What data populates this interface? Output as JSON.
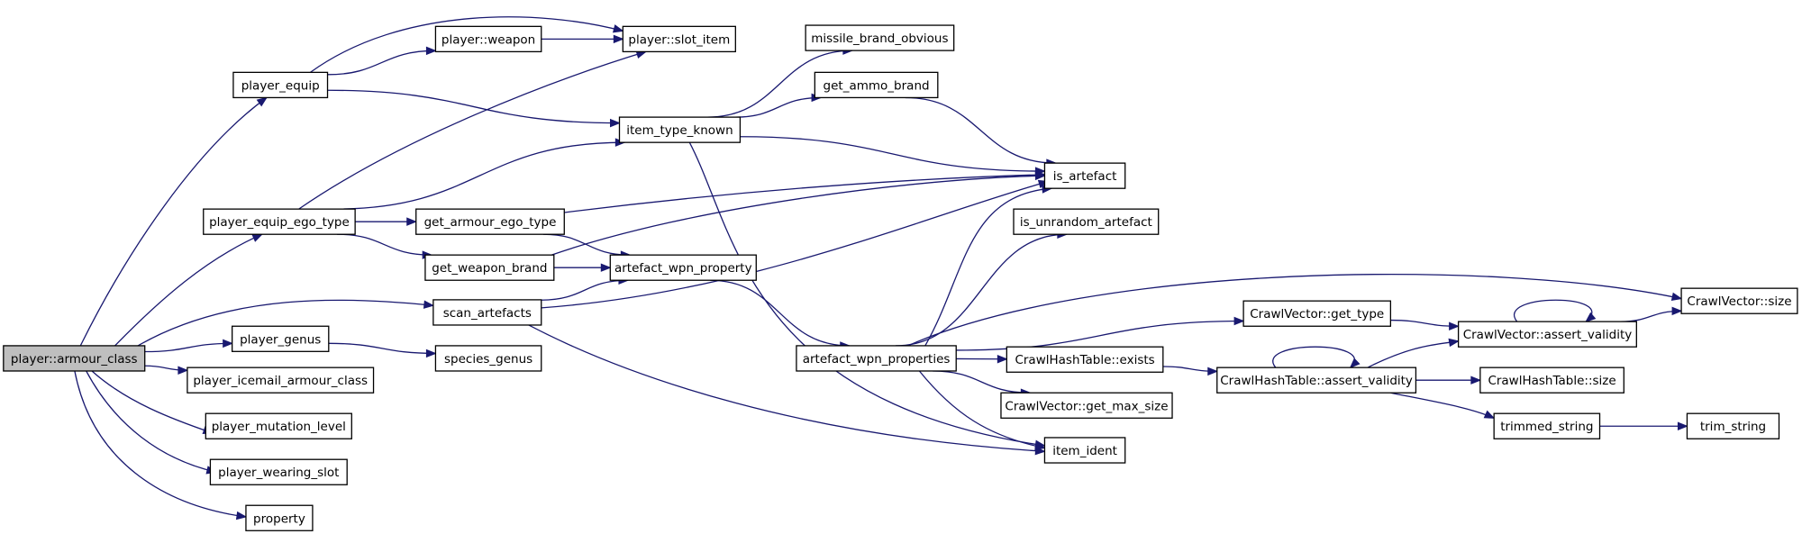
{
  "graph": {
    "nodes": {
      "root": "player::armour_class",
      "player_equip": "player_equip",
      "player_weapon": "player::weapon",
      "player_slot_item": "player::slot_item",
      "missile_brand_obvious": "missile_brand_obvious",
      "get_ammo_brand": "get_ammo_brand",
      "item_type_known": "item_type_known",
      "is_artefact": "is_artefact",
      "player_equip_ego_type": "player_equip_ego_type",
      "get_armour_ego_type": "get_armour_ego_type",
      "is_unrandom_artefact": "is_unrandom_artefact",
      "get_weapon_brand": "get_weapon_brand",
      "artefact_wpn_property": "artefact_wpn_property",
      "scan_artefacts": "scan_artefacts",
      "player_genus": "player_genus",
      "species_genus": "species_genus",
      "player_icemail_armour_class": "player_icemail_armour_class",
      "player_mutation_level": "player_mutation_level",
      "player_wearing_slot": "player_wearing_slot",
      "property": "property",
      "artefact_wpn_properties": "artefact_wpn_properties",
      "crawlvector_get_type": "CrawlVector::get_type",
      "crawlvector_size": "CrawlVector::size",
      "crawlvector_assert_validity": "CrawlVector::assert_validity",
      "crawlhashtable_exists": "CrawlHashTable::exists",
      "crawlhashtable_assert_validity": "CrawlHashTable::assert_validity",
      "crawlhashtable_size": "CrawlHashTable::size",
      "crawlvector_get_max_size": "CrawlVector::get_max_size",
      "trimmed_string": "trimmed_string",
      "trim_string": "trim_string",
      "item_ident": "item_ident"
    },
    "edges": [
      [
        "root",
        "player_equip"
      ],
      [
        "root",
        "player_equip_ego_type"
      ],
      [
        "root",
        "scan_artefacts"
      ],
      [
        "root",
        "player_genus"
      ],
      [
        "root",
        "player_icemail_armour_class"
      ],
      [
        "root",
        "player_mutation_level"
      ],
      [
        "root",
        "player_wearing_slot"
      ],
      [
        "root",
        "property"
      ],
      [
        "player_equip",
        "player_weapon"
      ],
      [
        "player_equip",
        "player_slot_item"
      ],
      [
        "player_equip",
        "item_type_known"
      ],
      [
        "player_weapon",
        "player_slot_item"
      ],
      [
        "player_equip_ego_type",
        "player_slot_item"
      ],
      [
        "player_equip_ego_type",
        "item_type_known"
      ],
      [
        "player_equip_ego_type",
        "get_armour_ego_type"
      ],
      [
        "player_equip_ego_type",
        "get_weapon_brand"
      ],
      [
        "item_type_known",
        "missile_brand_obvious"
      ],
      [
        "item_type_known",
        "get_ammo_brand"
      ],
      [
        "item_type_known",
        "is_artefact"
      ],
      [
        "item_type_known",
        "item_ident"
      ],
      [
        "get_ammo_brand",
        "is_artefact"
      ],
      [
        "get_armour_ego_type",
        "is_artefact"
      ],
      [
        "get_armour_ego_type",
        "artefact_wpn_property"
      ],
      [
        "get_weapon_brand",
        "is_artefact"
      ],
      [
        "get_weapon_brand",
        "artefact_wpn_property"
      ],
      [
        "scan_artefacts",
        "artefact_wpn_property"
      ],
      [
        "scan_artefacts",
        "is_artefact"
      ],
      [
        "scan_artefacts",
        "item_ident"
      ],
      [
        "artefact_wpn_property",
        "artefact_wpn_properties"
      ],
      [
        "player_genus",
        "species_genus"
      ],
      [
        "artefact_wpn_properties",
        "is_artefact"
      ],
      [
        "artefact_wpn_properties",
        "is_unrandom_artefact"
      ],
      [
        "artefact_wpn_properties",
        "crawlvector_get_type"
      ],
      [
        "artefact_wpn_properties",
        "crawlvector_size"
      ],
      [
        "artefact_wpn_properties",
        "crawlhashtable_exists"
      ],
      [
        "artefact_wpn_properties",
        "crawlvector_get_max_size"
      ],
      [
        "artefact_wpn_properties",
        "item_ident"
      ],
      [
        "crawlvector_get_type",
        "crawlvector_assert_validity"
      ],
      [
        "crawlvector_assert_validity",
        "crawlvector_size"
      ],
      [
        "crawlvector_assert_validity",
        "crawlvector_assert_validity"
      ],
      [
        "crawlhashtable_exists",
        "crawlhashtable_assert_validity"
      ],
      [
        "crawlhashtable_assert_validity",
        "crawlvector_assert_validity"
      ],
      [
        "crawlhashtable_assert_validity",
        "crawlhashtable_size"
      ],
      [
        "crawlhashtable_assert_validity",
        "trimmed_string"
      ],
      [
        "crawlhashtable_assert_validity",
        "crawlhashtable_assert_validity"
      ],
      [
        "trimmed_string",
        "trim_string"
      ]
    ],
    "colors": {
      "edge": "#191970",
      "root_fill": "#bfbfbf",
      "node_fill": "#ffffff",
      "node_border": "#000000"
    }
  }
}
